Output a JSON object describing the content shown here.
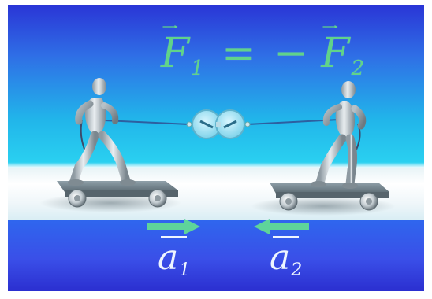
{
  "equation": {
    "left_symbol": "F",
    "left_subscript": "1",
    "equals": "=",
    "minus": "−",
    "right_symbol": "F",
    "right_subscript": "2"
  },
  "accelerations": [
    {
      "symbol": "a",
      "subscript": "1",
      "arrow_direction": "right"
    },
    {
      "symbol": "a",
      "subscript": "2",
      "arrow_direction": "left"
    }
  ],
  "colors": {
    "equation": "#60d38a",
    "arrow": "#5ed49a",
    "label": "#eef5ff"
  }
}
